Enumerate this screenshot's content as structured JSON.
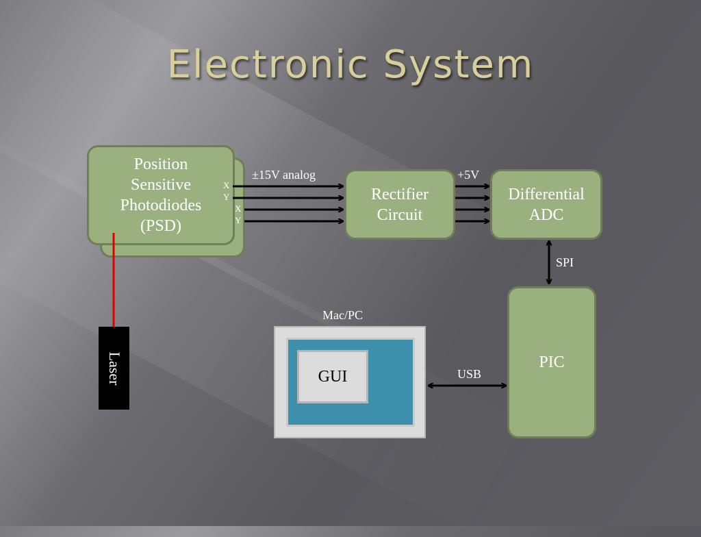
{
  "slide": {
    "title": "Electronic System"
  },
  "psd": {
    "line1": "Position",
    "line2": "Sensitive",
    "line3": "Photodiodes",
    "line4": "(PSD)"
  },
  "signals": {
    "x1": "X",
    "y1": "Y",
    "x2": "X",
    "y2": "Y"
  },
  "labels": {
    "analog": "±15V analog",
    "plus5v": "+5V",
    "spi": "SPI",
    "usb": "USB",
    "macpc": "Mac/PC"
  },
  "rectifier": {
    "line1": "Rectifier",
    "line2": "Circuit"
  },
  "adc": {
    "line1": "Differential",
    "line2": "ADC"
  },
  "pic": {
    "label": "PIC"
  },
  "gui": {
    "label": "GUI"
  },
  "laser": {
    "label": "Laser"
  },
  "colors": {
    "block_fill": "#9bb07f",
    "block_border": "#6e7e58",
    "title": "#d9cf9b",
    "laser_beam": "#e00000",
    "screen": "#3e8fab"
  }
}
